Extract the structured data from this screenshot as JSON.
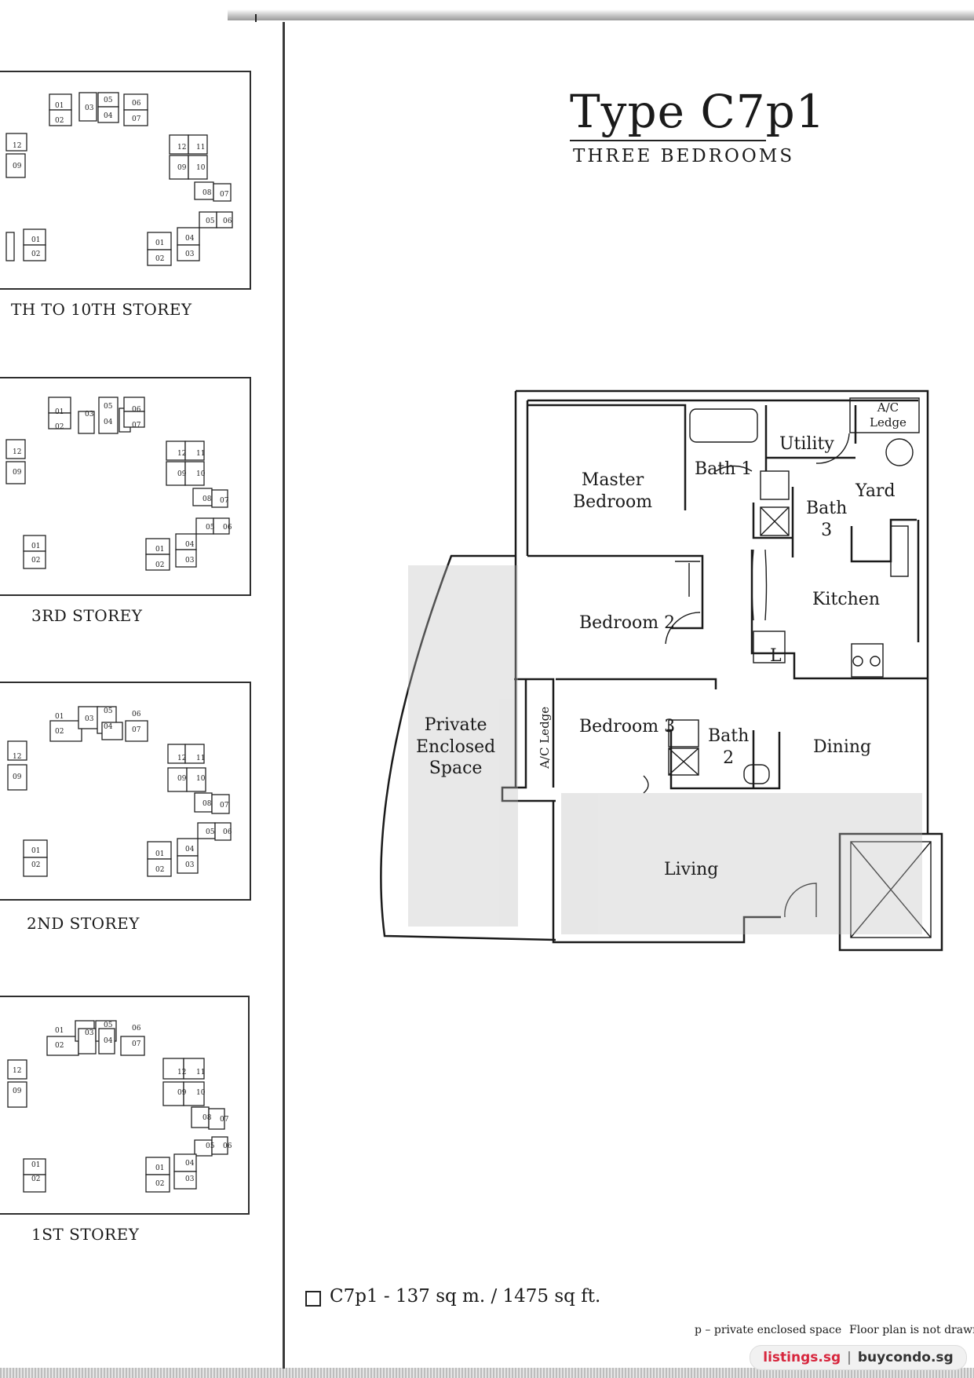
{
  "header": {
    "title": "Type C7p1",
    "subtitle": "THREE BEDROOMS"
  },
  "key_plans": [
    {
      "label": "TH TO 10TH STOREY"
    },
    {
      "label": "3RD STOREY"
    },
    {
      "label": "2ND STOREY"
    },
    {
      "label": "1ST STOREY"
    }
  ],
  "unit_numbers": [
    "01",
    "02",
    "03",
    "04",
    "05",
    "06",
    "07",
    "08",
    "09",
    "10",
    "11",
    "12"
  ],
  "floor_plan": {
    "rooms": {
      "master_bedroom": "Master\nBedroom",
      "bath1": "Bath 1",
      "utility": "Utility",
      "ac_ledge_top": "A/C\nLedge",
      "yard": "Yard",
      "bath3": "Bath\n3",
      "kitchen": "Kitchen",
      "bedroom2": "Bedroom 2",
      "private_enclosed_space": "Private\nEnclosed\nSpace",
      "ac_ledge_side": "A/C Ledge",
      "bedroom3": "Bedroom 3",
      "bath2": "Bath\n2",
      "dining": "Dining",
      "living": "Living",
      "l_mark": "L"
    }
  },
  "legend": {
    "text": "C7p1 - 137 sq m. / 1475 sq ft."
  },
  "notes": {
    "p_note": "p – private enclosed space",
    "scale_note": "Floor plan is not drawn t"
  },
  "watermark": {
    "site1": "listings.sg",
    "separator": "|",
    "site2": "buycondo.sg"
  }
}
